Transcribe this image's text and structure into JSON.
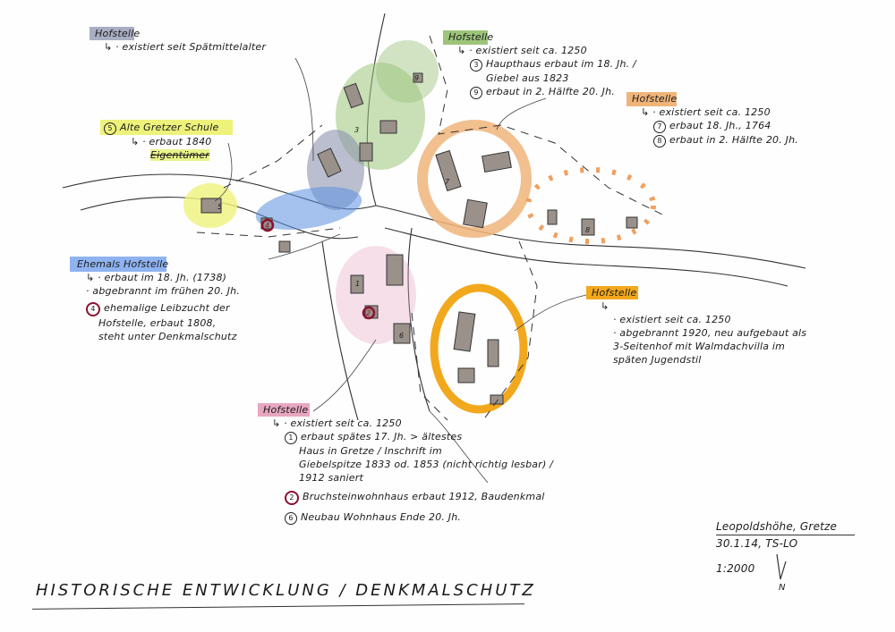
{
  "colors": {
    "gray": "#8e93ad",
    "green": "#9cc47a",
    "orange": "#f0b47a",
    "yellow": "#eef27a",
    "blue": "#5b8fe0",
    "amber": "#f2a81d",
    "pink": "#e7a6c0",
    "red": "#8b1030",
    "building": "#9a918a"
  },
  "notes": {
    "gray": {
      "title": "Hofstelle",
      "lines": [
        "↳ · existiert seit Spätmittelalter"
      ]
    },
    "green": {
      "title": "Hofstelle",
      "lines": [
        "↳ · existiert seit ca. 1250",
        "Haupthaus erbaut im 18. Jh. /",
        "Giebel aus 1823",
        "erbaut in 2. Hälfte 20. Jh."
      ],
      "nums": [
        "3",
        "9"
      ]
    },
    "orange": {
      "title": "Hofstelle",
      "lines": [
        "↳ · existiert seit ca. 1250",
        "erbaut 18. Jh., 1764",
        "erbaut in 2. Hälfte 20. Jh."
      ],
      "nums": [
        "7",
        "8"
      ]
    },
    "yellow": {
      "title": "Alte Gretzer Schule",
      "num": "5",
      "lines": [
        "↳ · erbaut 1840",
        "Eigentümer"
      ]
    },
    "blue": {
      "title": "Ehemals Hofstelle",
      "lines": [
        "↳ · erbaut im 18. Jh. (1738)",
        "· abgebrannt im frühen 20. Jh.",
        "ehemalige Leibzucht der",
        "Hofstelle, erbaut 1808,",
        "steht unter Denkmalschutz"
      ],
      "num": "4"
    },
    "amber": {
      "title": "Hofstelle",
      "lines": [
        "↳",
        "· existiert seit ca. 1250",
        "· abgebrannt 1920, neu aufgebaut als",
        "3-Seitenhof mit Walmdachvilla im",
        "späten Jugendstil"
      ]
    },
    "pink": {
      "title": "Hofstelle",
      "lines": [
        "↳ · existiert seit ca. 1250",
        "erbaut spätes 17. Jh. > ältestes",
        "Haus in Gretze / Inschrift im",
        "Giebelspitze 1833 od. 1853 (nicht richtig lesbar) /",
        "1912 saniert",
        "Bruchsteinwohnhaus erbaut 1912, Baudenkmal",
        "Neubau Wohnhaus Ende 20. Jh."
      ],
      "nums": [
        "1",
        "2",
        "6"
      ]
    }
  },
  "stamp": {
    "place": "Leopoldshöhe, Gretze",
    "date": "30.1.14, TS-LO",
    "scale": "1:2000",
    "north": "N"
  },
  "title": "HISTORISCHE ENTWICKLUNG / DENKMALSCHUTZ",
  "map_labels": {
    "b1": "1",
    "b2": "2",
    "b3": "3",
    "b4": "4",
    "b5": "5",
    "b6": "6",
    "b7": "7",
    "b8": "8",
    "b9": "9"
  }
}
